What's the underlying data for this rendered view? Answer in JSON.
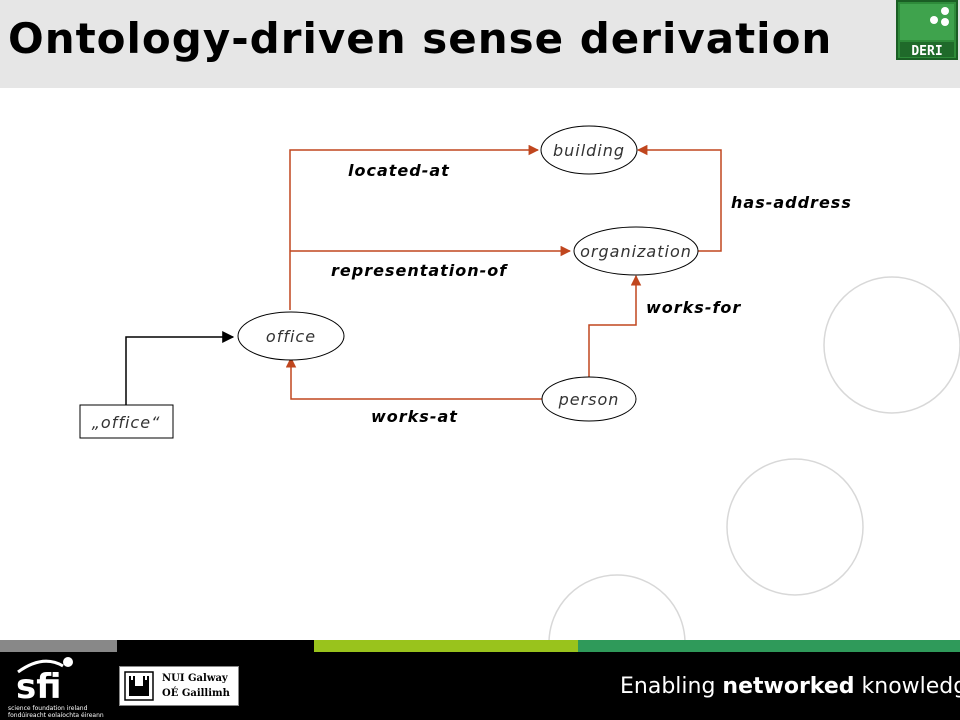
{
  "title": "Ontology-driven sense derivation",
  "logos": {
    "deri": "DERI",
    "sfi_main": "sfi",
    "sfi_sub1": "science foundation ireland",
    "sfi_sub2": "fondúireacht eolaíochta éireann",
    "nui_line1": "NUI Galway",
    "nui_line2": "OÉ Gaillimh"
  },
  "tagline": {
    "part1": "Enabling ",
    "part2": "networked",
    "part3": " knowledge."
  },
  "colors": {
    "arrow": "#c0461e",
    "title_bg": "#e6e6e6",
    "strip_gray": "#888888",
    "strip_lime": "#99c31c",
    "strip_green": "#2f9a5a"
  },
  "diagram": {
    "nodes": {
      "building": "building",
      "organization": "organization",
      "office": "office",
      "person": "person",
      "word": "„office“"
    },
    "edges": {
      "located_at": "located-at",
      "representation_of": "representation-of",
      "has_address": "has-address",
      "works_for": "works-for",
      "works_at": "works-at"
    }
  }
}
